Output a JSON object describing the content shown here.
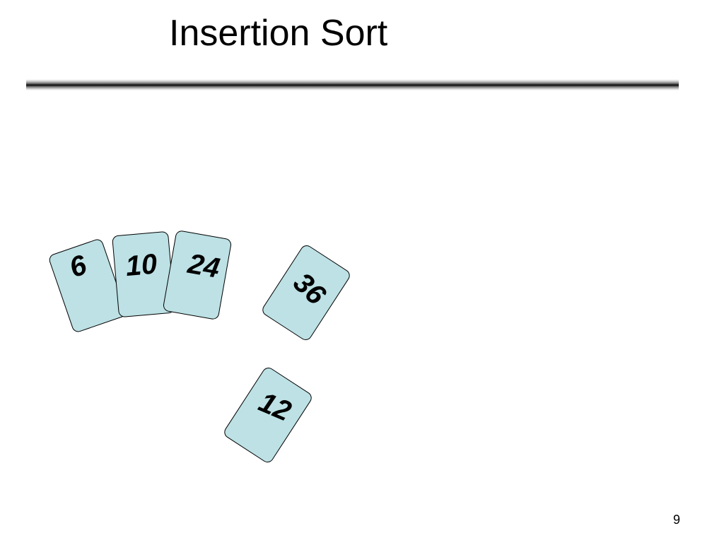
{
  "slide": {
    "title": "Insertion Sort",
    "page_number": "9"
  },
  "hand": {
    "sorted_cards": [
      {
        "value": "6"
      },
      {
        "value": "10"
      },
      {
        "value": "24"
      }
    ],
    "table_cards": [
      {
        "value": "36"
      },
      {
        "value": "12"
      }
    ]
  },
  "colors": {
    "card_fill": "#bde1e5",
    "card_border": "#000000",
    "background": "#ffffff"
  }
}
